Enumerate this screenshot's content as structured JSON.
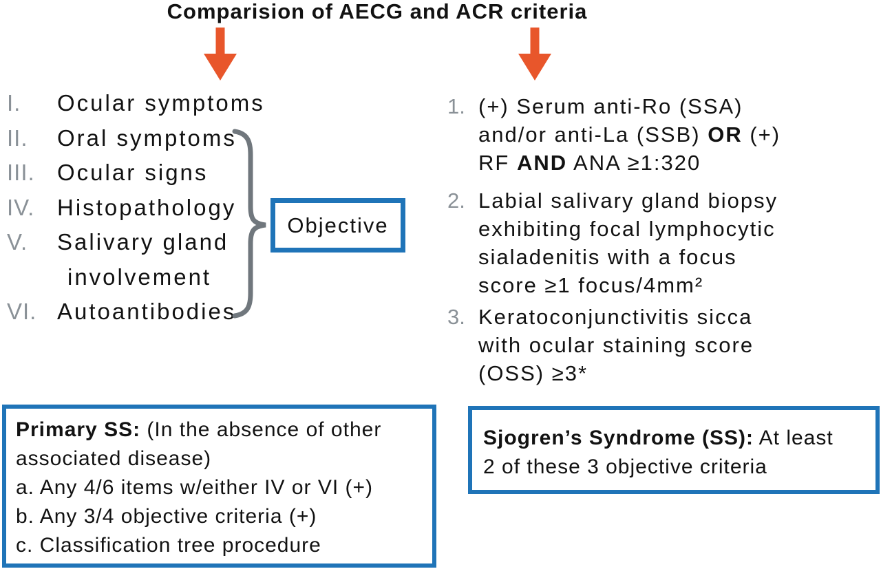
{
  "colors": {
    "accent_blue": "#1F74B8",
    "arrow_orange": "#E8562B",
    "numeral_gray": "#8A9197",
    "brace_gray": "#70777D",
    "text_black": "#121212"
  },
  "title": "Comparision of AECG and ACR criteria",
  "icons": {
    "left_arrow": "down-arrow",
    "right_arrow": "down-arrow",
    "brace": "right-curly-brace"
  },
  "left_column": {
    "items": [
      {
        "numeral": "I.",
        "text": "Ocular symptoms"
      },
      {
        "numeral": "II.",
        "text": "Oral symptoms"
      },
      {
        "numeral": "III.",
        "text": "Ocular signs"
      },
      {
        "numeral": "IV.",
        "text": "Histopathology"
      },
      {
        "numeral": "V.",
        "text": "Salivary gland"
      },
      {
        "numeral": "",
        "text": "involvement"
      },
      {
        "numeral": "VI.",
        "text": "Autoantibodies"
      }
    ],
    "objective_label": "Objective"
  },
  "right_column": {
    "item1": {
      "numeral": "1.",
      "line1": "(+) Serum anti-Ro (SSA)",
      "line2_pre": "and/or anti-La (SSB) ",
      "line2_bold": "OR",
      "line2_post": " (+)",
      "line3_pre": "RF ",
      "line3_bold": "AND",
      "line3_post": " ANA ≥1:320"
    },
    "item2": {
      "numeral": "2.",
      "line1": "Labial salivary gland biopsy",
      "line2": "exhibiting focal lymphocytic",
      "line3": "sialadenitis with a focus",
      "line4": "score ≥1 focus/4mm²"
    },
    "item3": {
      "numeral": "3.",
      "line1": "Keratoconjunctivitis sicca",
      "line2": "with ocular staining score",
      "line3": "(OSS) ≥3*"
    }
  },
  "primary_box": {
    "heading_bold": "Primary SS:",
    "heading_rest": " (In the absence of other",
    "line2": "associated disease)",
    "line3": "a. Any 4/6 items w/either IV or VI (+)",
    "line4": "b. Any 3/4 objective criteria (+)",
    "line5": "c. Classification tree procedure"
  },
  "ss_box": {
    "heading_bold": "Sjogren’s Syndrome (SS):",
    "heading_rest": " At least",
    "line2": "2 of these 3 objective criteria"
  }
}
